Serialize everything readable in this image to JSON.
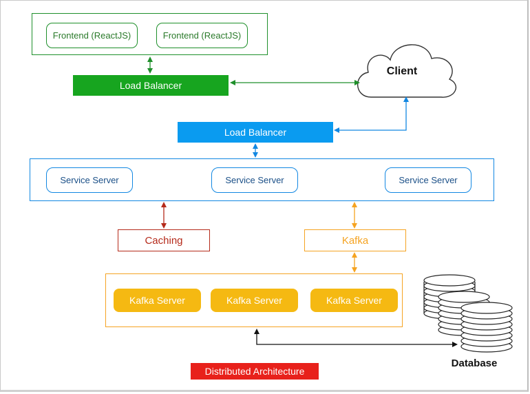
{
  "frontend": {
    "items": [
      "Frontend (ReactJS)",
      "Frontend (ReactJS)"
    ]
  },
  "load_balancer_top": "Load Balancer",
  "load_balancer_mid": "Load Balancer",
  "client": {
    "label": "Client",
    "icon": "cloud-icon"
  },
  "services": [
    "Service Server",
    "Service Server",
    "Service Server"
  ],
  "caching": "Caching",
  "kafka": "Kafka",
  "kafka_servers": [
    "Kafka Server",
    "Kafka Server",
    "Kafka Server"
  ],
  "database": {
    "label": "Database",
    "icon": "database-icon"
  },
  "title": "Distributed Architecture",
  "colors": {
    "green": "#17a51f",
    "blue": "#0a9bf0",
    "red": "#e8211b",
    "orange": "#f5a321",
    "dark_red": "#b52a1a",
    "kafka_fill": "#f5b912"
  }
}
